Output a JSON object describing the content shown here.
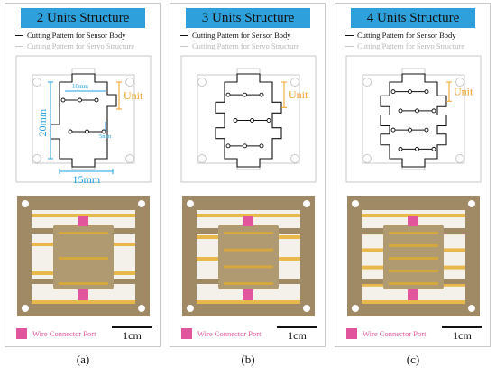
{
  "legend_sensor": "Cutting Pattern for Sensor Body",
  "legend_servo": "Cutting Pattern for Servo Structure",
  "port_label": "Wire Connector Port",
  "scale_label": "1cm",
  "dimensions": {
    "unit": "Unit",
    "width_10": "10mm",
    "height_20": "20mm",
    "gap_5": "5mm",
    "width_15": "15mm"
  },
  "panels": [
    {
      "title": "2 Units Structure",
      "caption": "(a)",
      "units": 2
    },
    {
      "title": "3 Units Structure",
      "caption": "(b)",
      "units": 3
    },
    {
      "title": "4 Units Structure",
      "caption": "(c)",
      "units": 4
    }
  ],
  "colors": {
    "banner": "#2ea0dc",
    "dimension_blue": "#1f9fe0",
    "unit_orange": "#f0a020",
    "port_pink": "#e0559b",
    "felt": "#a08a66",
    "orange_strip": "#e8b84a"
  }
}
